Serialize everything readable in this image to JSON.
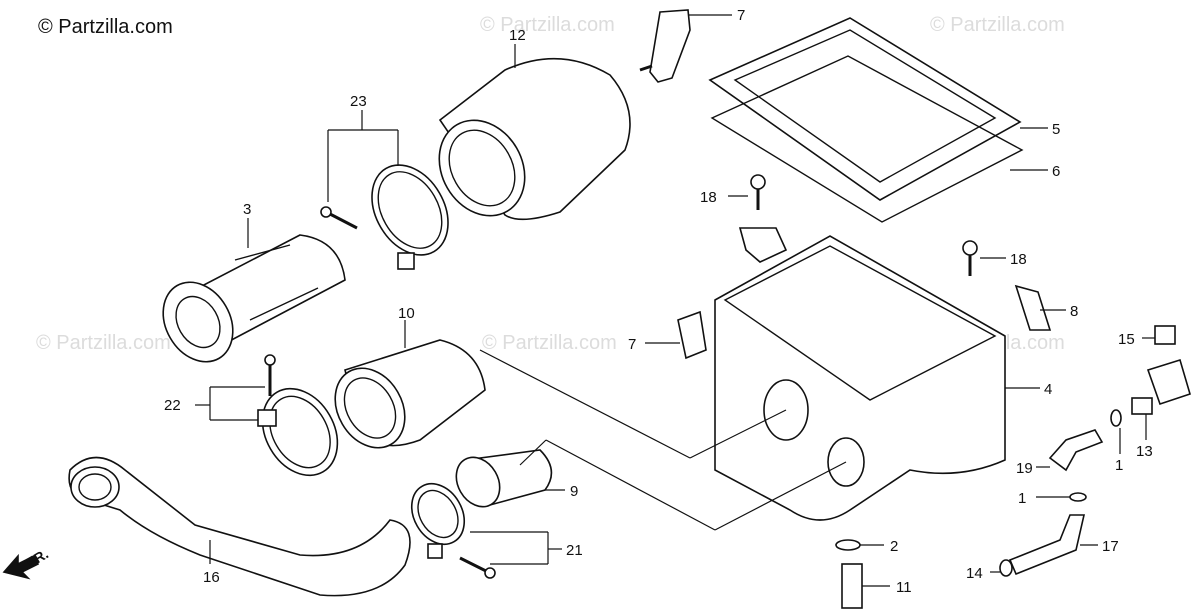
{
  "header": {
    "brand": "© Partzilla.com"
  },
  "watermarks": [
    "© Partzilla.com",
    "© Partzilla.com",
    "© Partzilla.com",
    "© Partzilla.com",
    "© Partzilla.com"
  ],
  "direction_label": "FR.",
  "callouts": [
    "1",
    "1",
    "2",
    "3",
    "4",
    "5",
    "6",
    "7",
    "7",
    "8",
    "9",
    "10",
    "11",
    "12",
    "13",
    "14",
    "15",
    "16",
    "17",
    "18",
    "18",
    "19",
    "21",
    "22",
    "23"
  ]
}
